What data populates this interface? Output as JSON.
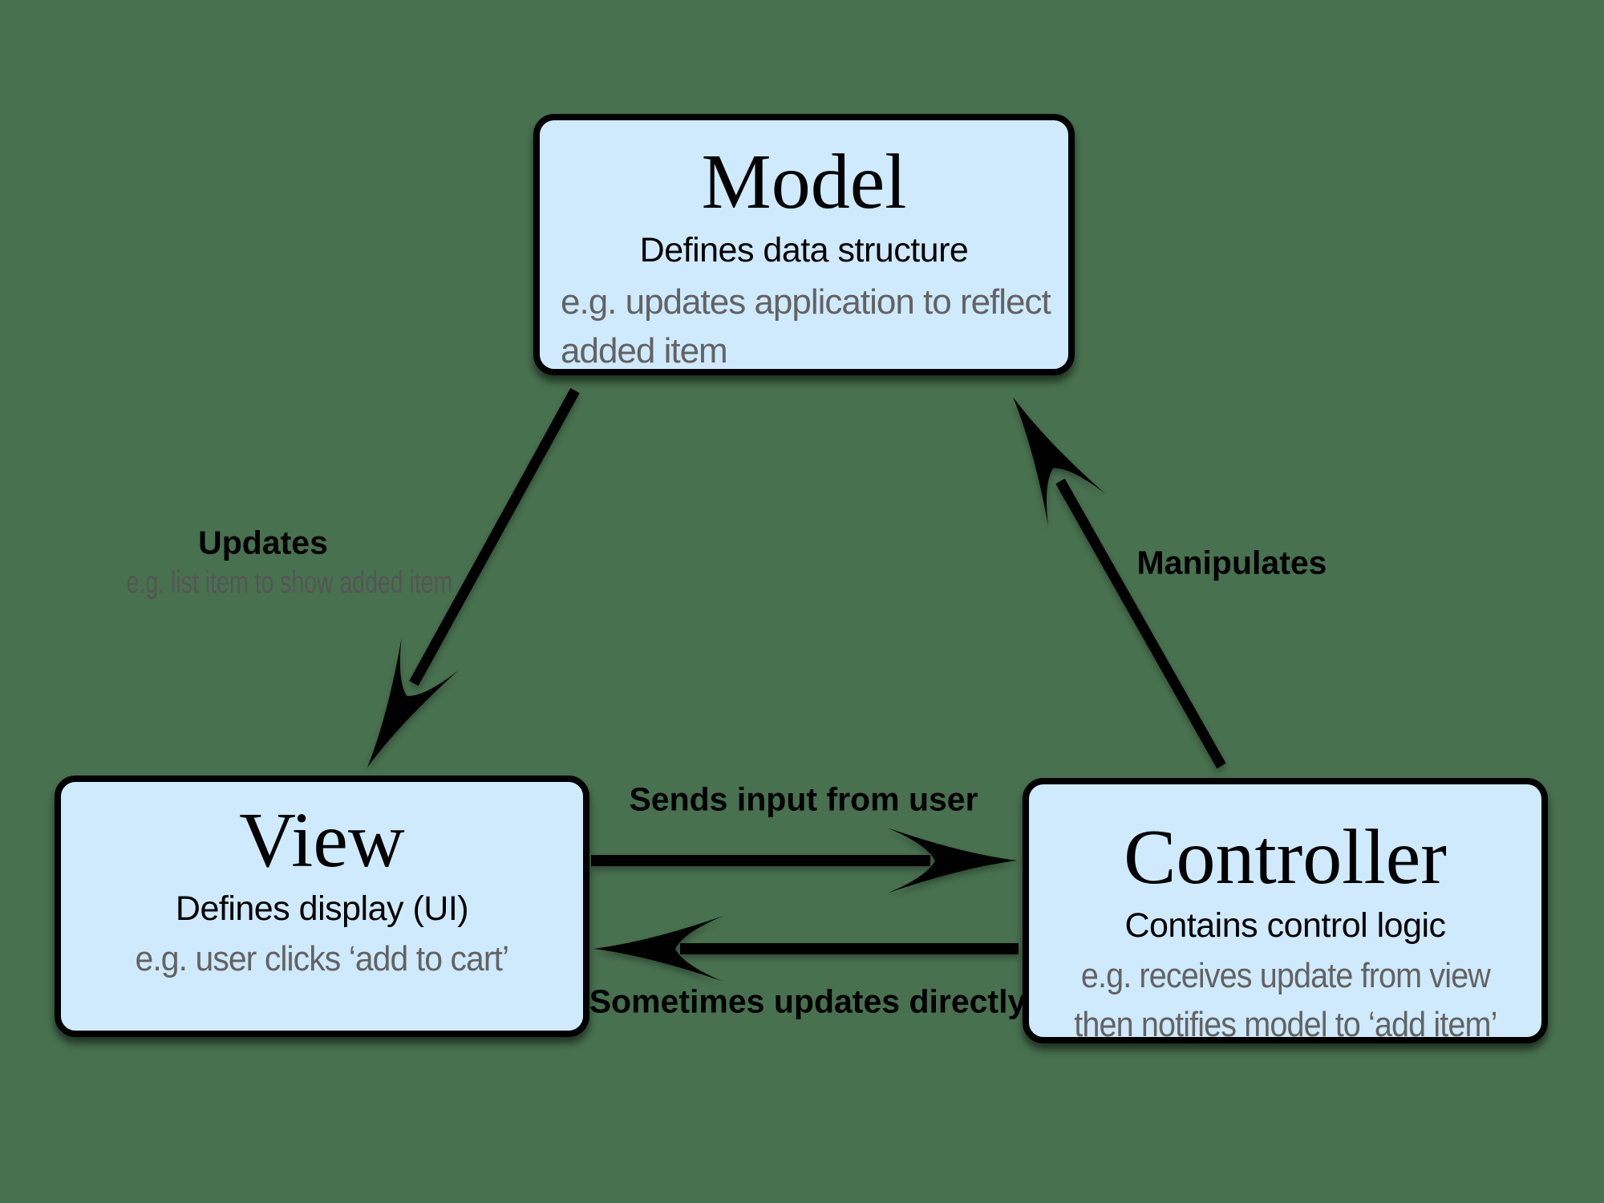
{
  "colors": {
    "background": "#48714F",
    "node_fill": "#CFEAFC",
    "node_border": "#000000",
    "text_primary": "#000000",
    "text_secondary": "#636363"
  },
  "nodes": {
    "model": {
      "title": "Model",
      "subtitle": "Defines data structure",
      "example_lines": [
        "e.g. updates application to reflect",
        "added item"
      ]
    },
    "view": {
      "title": "View",
      "subtitle": "Defines display (UI)",
      "example": "e.g. user clicks ‘add to cart’"
    },
    "controller": {
      "title": "Controller",
      "subtitle": "Contains control logic",
      "example_lines": [
        "e.g. receives update from view",
        "then notifies model to ‘add item’"
      ]
    }
  },
  "edges": {
    "updates": {
      "label": "Updates",
      "sublabel": "e.g. list item to show added item",
      "from": "Model",
      "to": "View"
    },
    "manipulates": {
      "label": "Manipulates",
      "from": "Controller",
      "to": "Model"
    },
    "sends_input": {
      "label": "Sends input from user",
      "from": "View",
      "to": "Controller"
    },
    "sometimes_updates": {
      "label": "Sometimes updates directly",
      "from": "Controller",
      "to": "View"
    }
  }
}
